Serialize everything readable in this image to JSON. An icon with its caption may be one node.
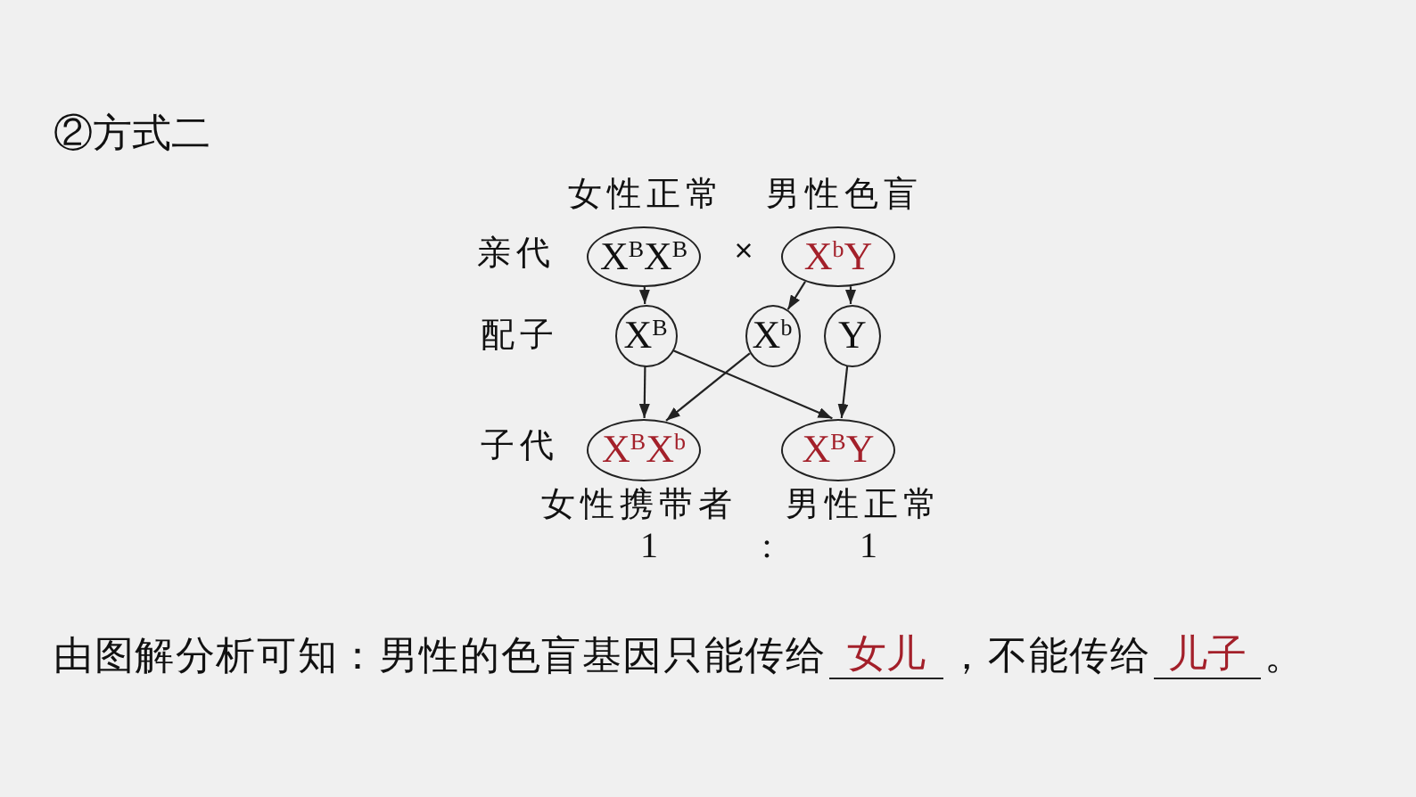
{
  "diagram": {
    "title": "②方式二",
    "nodes": [
      {
        "text": [
          "X$^{B}$X$^{B}$"
        ],
        "beside": [
          "女性正常"
        ]
      },
      {
        "text": [
          "X$^{b}$Y"
        ],
        "beside": [
          "男性色盲"
        ]
      },
      {
        "text": [
          "X$^{B}$"
        ]
      },
      {
        "text": [
          "X$^{b}$"
        ]
      },
      {
        "text": [
          "Y"
        ]
      },
      {
        "text": [
          "X$^{B}$X$^{b}$"
        ],
        "beside": [
          "女性携带者"
        ]
      },
      {
        "text": [
          "X$^{B}$Y"
        ],
        "beside": [
          "男性正常"
        ]
      }
    ],
    "edges": [
      {
        "from": 0,
        "to": 2,
        "arrow": "to"
      },
      {
        "from": 1,
        "to": 3,
        "arrow": "to"
      },
      {
        "from": 1,
        "to": 4,
        "arrow": "to"
      },
      {
        "from": 2,
        "to": 5,
        "arrow": "to"
      },
      {
        "from": 2,
        "to": 6,
        "arrow": "to"
      },
      {
        "from": 3,
        "to": 5,
        "arrow": "to"
      },
      {
        "from": 4,
        "to": 6,
        "arrow": "to"
      }
    ],
    "labels": [
      "亲代",
      "×",
      "配子",
      "子代",
      "1",
      ":",
      "1",
      "由图解分析可知：男性的色盲基因只能传给",
      "女儿",
      "，不能传给",
      "儿子",
      "。"
    ]
  }
}
